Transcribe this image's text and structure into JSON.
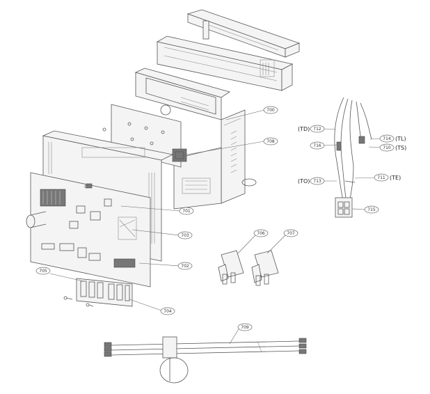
{
  "parts": [
    "700",
    "708",
    "701",
    "703",
    "702",
    "705",
    "704",
    "706",
    "707",
    "709",
    "712",
    "716",
    "713",
    "714",
    "710",
    "711",
    "715"
  ],
  "sensor_labels": [
    "(TD)",
    "(TO)",
    "(TL)",
    "(TS)",
    "(TE)"
  ]
}
